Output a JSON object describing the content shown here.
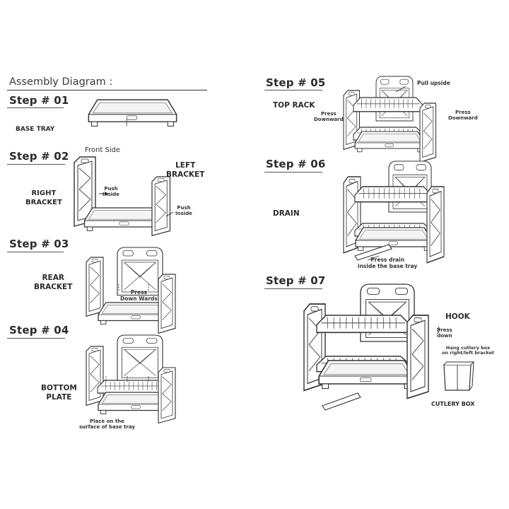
{
  "title": "Assembly Diagram :",
  "steps": {
    "s1": "Step # 01",
    "s2": "Step # 02",
    "s3": "Step # 03",
    "s4": "Step # 04",
    "s5": "Step # 05",
    "s6": "Step # 06",
    "s7": "Step # 07"
  },
  "labels": {
    "base_tray": "BASE TRAY",
    "front_side": "Front Side",
    "right_bracket": "RIGHT\nBRACKET",
    "left_bracket": "LEFT\nBRACKET",
    "push_inside_1": "Push\nInside",
    "push_inside_2": "Push\nInside",
    "rear_bracket": "REAR\nBRACKET",
    "press_down_wards": "Press\nDown Wards",
    "bottom_plate": "BOTTOM\nPLATE",
    "place_on_surface": "Place on the\nsurface of base tray",
    "top_rack": "TOP RACK",
    "pull_upside": "Pull upside",
    "press_downward_left": "Press\nDownward",
    "press_downward_right": "Press\nDownward",
    "drain": "DRAIN",
    "press_drain": "Press drain\ninside the base tray",
    "hook": "HOOK",
    "press_down": "Press\ndown",
    "hang_cutlery": "Hang cutlery box\non right/left bracket",
    "cutlery_box": "CUTLERY BOX"
  }
}
